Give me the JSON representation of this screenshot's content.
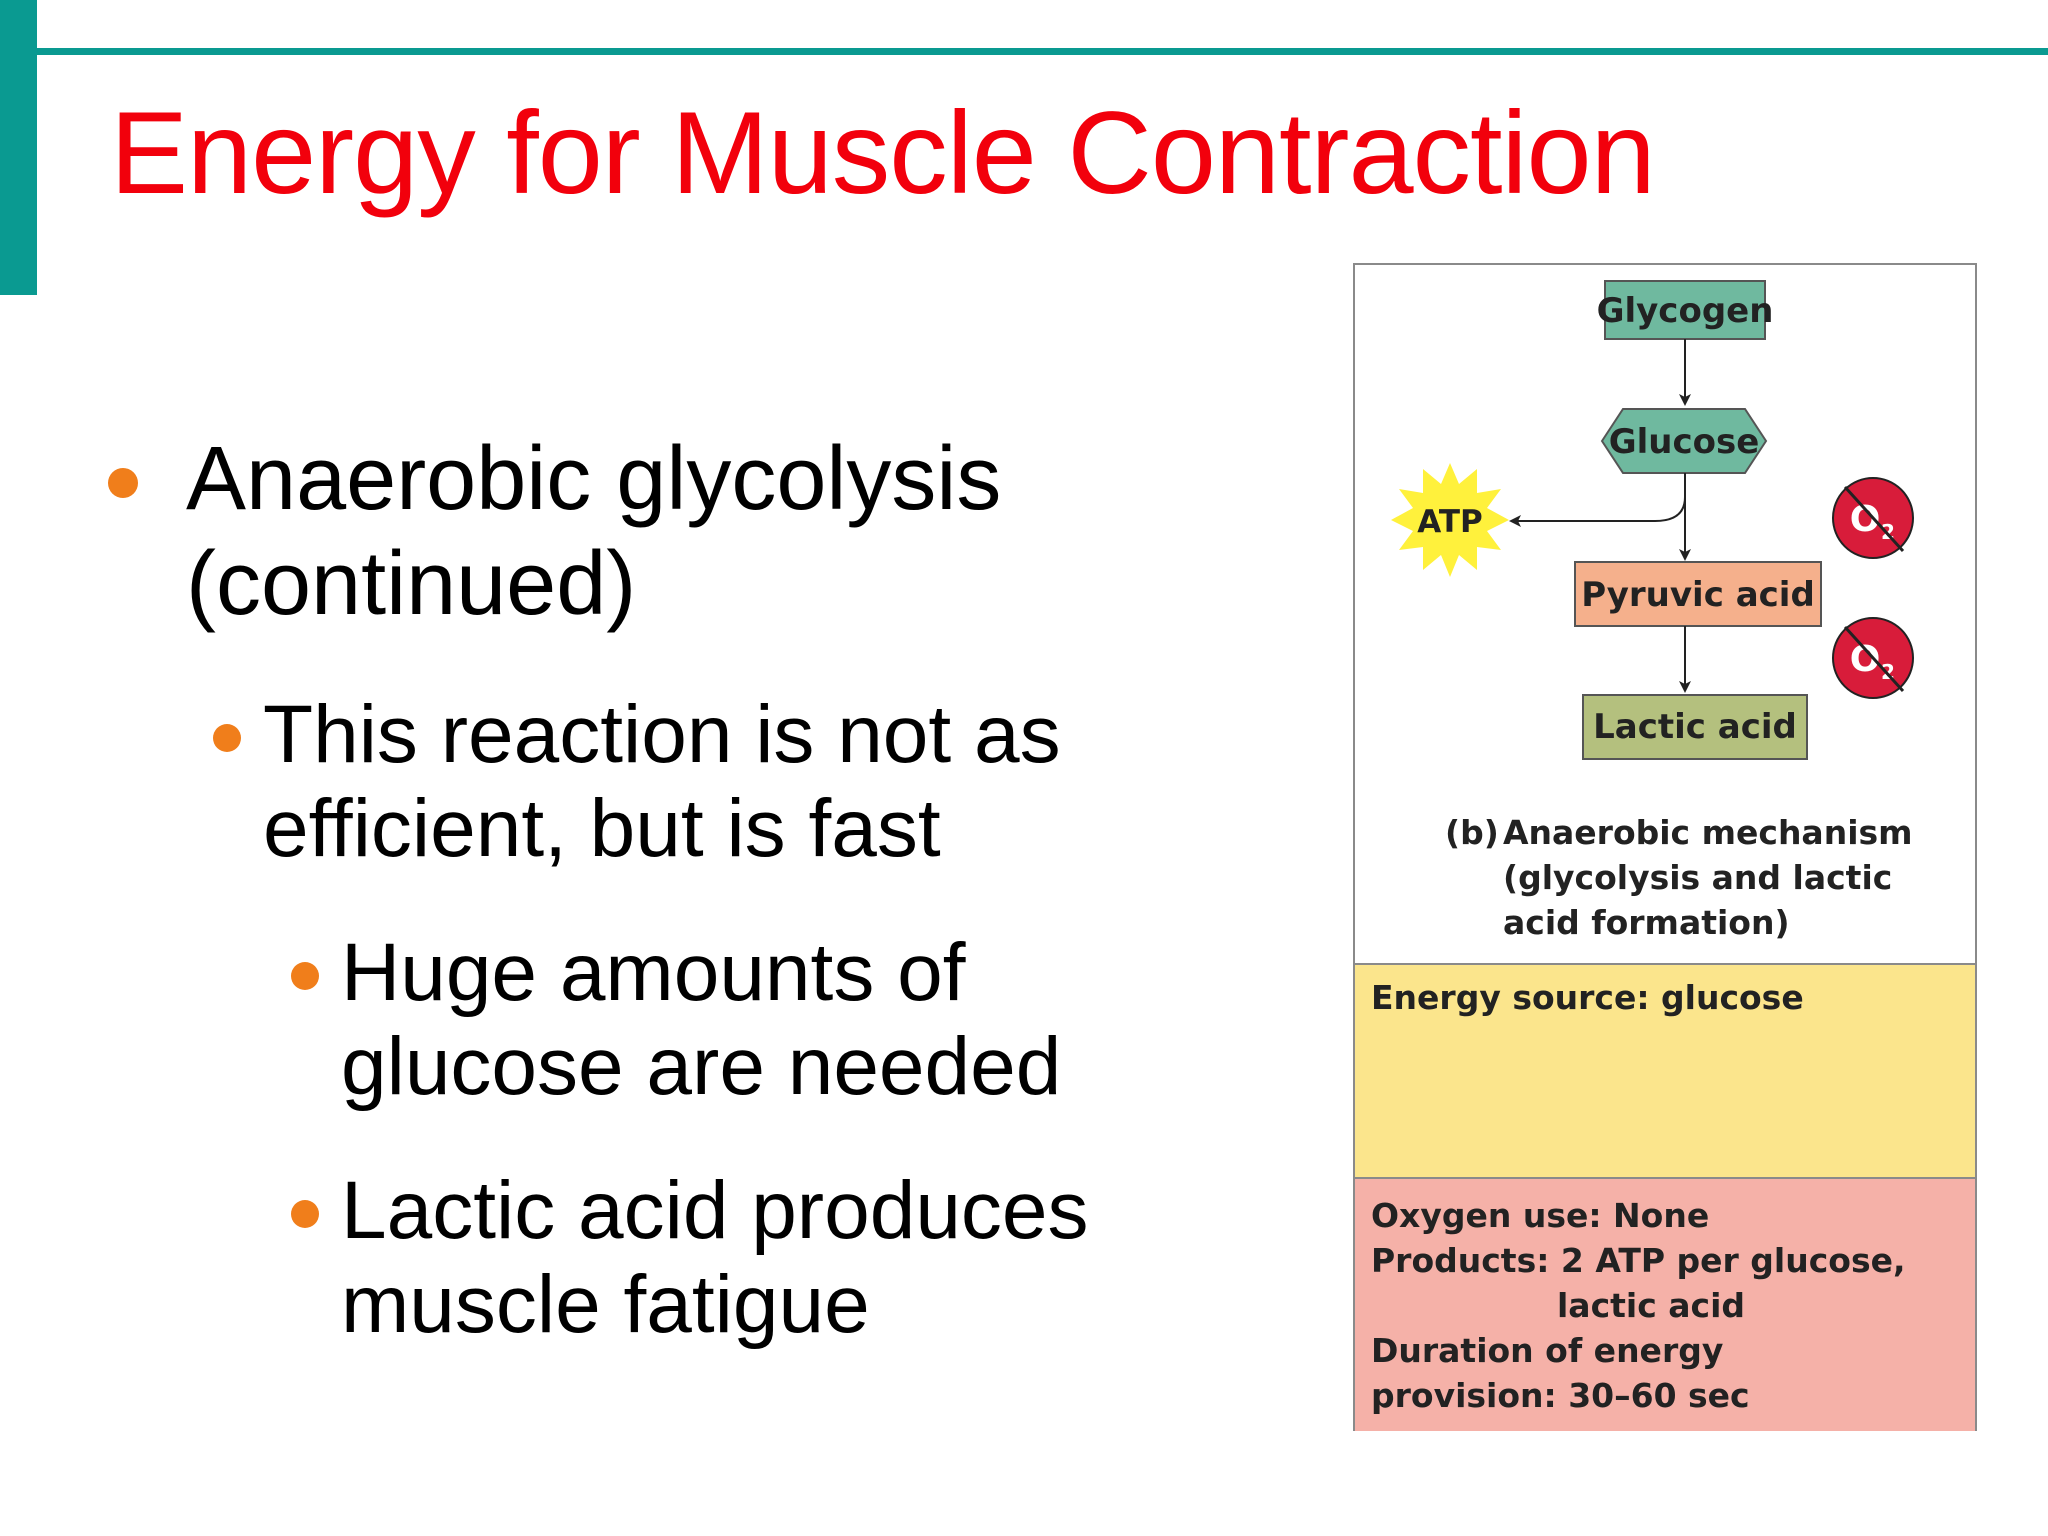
{
  "colors": {
    "accent": "#0a9a91",
    "title": "#f2000c",
    "bullet_dot": "#f07e1b",
    "glycogen_box": "#6fb99f",
    "glucose_box": "#6fb99f",
    "pyruvic_box": "#f5b08c",
    "lactic_box": "#b4c07e",
    "atp_burst": "#fff13c",
    "no_oxygen": "#d81c3a",
    "energy_panel": "#fbe58c",
    "info_panel": "#f5b1a8"
  },
  "slide": {
    "title": "Energy for Muscle Contraction",
    "bullets": [
      {
        "lines": [
          "Anaerobic glycolysis",
          "(continued)"
        ]
      },
      {
        "lines": [
          "This reaction is not as",
          "efficient, but is fast"
        ]
      },
      {
        "lines": [
          "Huge amounts of",
          "glucose are needed"
        ]
      },
      {
        "lines": [
          "Lactic acid produces",
          "muscle fatigue"
        ]
      }
    ]
  },
  "figure": {
    "boxes": {
      "glycogen": "Glycogen",
      "glucose": "Glucose",
      "pyruvic": "Pyruvic acid",
      "lactic": "Lactic acid",
      "atp": "ATP"
    },
    "no_oxygen_symbol": "O",
    "no_oxygen_sub": "2",
    "caption": {
      "tag": "(b)",
      "lines": [
        "Anaerobic mechanism",
        "(glycolysis and lactic",
        "acid formation)"
      ]
    },
    "energy_source": "Energy source: glucose",
    "info": {
      "oxygen": "Oxygen use: None",
      "products_1": "Products: 2 ATP per glucose,",
      "products_2": "lactic acid",
      "duration_1": "Duration of energy",
      "duration_2": "provision: 30–60 sec"
    }
  }
}
